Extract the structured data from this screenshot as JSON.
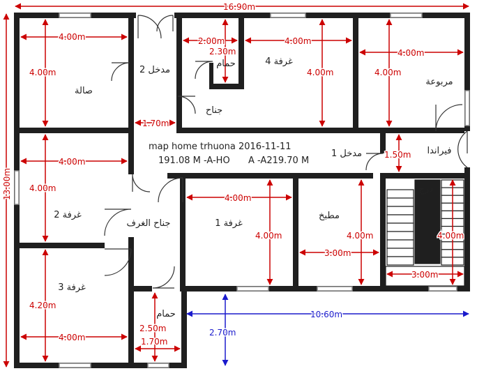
{
  "colors": {
    "wall": "#1f1f1f",
    "dimension_red": "#cc0000",
    "dimension_blue": "#1a1acc",
    "window": "#8a8a8a",
    "background": "#ffffff"
  },
  "title": {
    "line1": "map home trhuona 2016-11-11",
    "line2a": "191.08 M -A-HO",
    "line2b": "A -A219.70 M"
  },
  "overall": {
    "width": "16.90m",
    "height": "13.00m",
    "lower_width": "10.60m",
    "setback": "2.70m"
  },
  "rooms": {
    "salon": "صالة",
    "entrance2": "مدخل 2",
    "bath_top": "حمام",
    "wing": "جناح",
    "room4": "غرفة 4",
    "square": "مربوعة",
    "veranda": "فيراندا",
    "entrance1": "مدخل 1",
    "room2": "غرفة 2",
    "rooms_wing": "جناح الغرف",
    "room1": "غرفة 1",
    "kitchen": "مطبخ",
    "stairs": "درج",
    "room3": "غرفة 3",
    "bath_bottom": "حمام"
  },
  "dims": {
    "salon_w": "4.00m",
    "salon_h": "4.00m",
    "entrance2_w": "1.70m",
    "bath_top_w": "2.00m",
    "bath_top_h": "2.30m",
    "room4_w": "4.00m",
    "room4_h": "4.00m",
    "square_w": "4.00m",
    "square_h": "4.00m",
    "veranda_h": "1.50m",
    "room2_w": "4.00m",
    "room2_h": "4.00m",
    "room1_w": "4.00m",
    "room1_h": "4.00m",
    "kitchen_w": "3.00m",
    "kitchen_h": "4.00m",
    "stairs_w": "3.00m",
    "stairs_h": "4.00m",
    "room3_w": "4.00m",
    "room3_h": "4.20m",
    "bath_bottom_h": "2.50m",
    "bath_bottom_w": "1.70m"
  }
}
